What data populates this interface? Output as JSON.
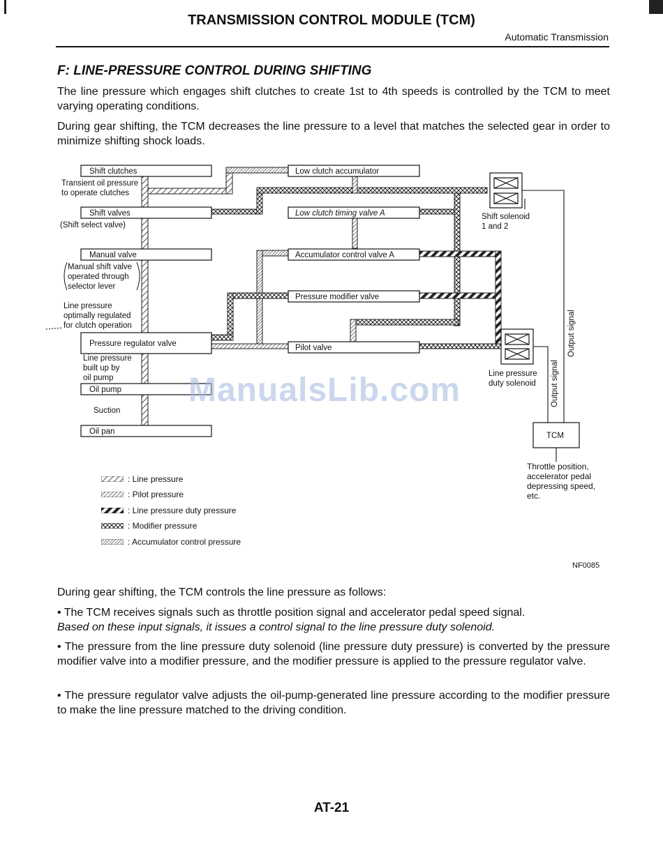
{
  "header": {
    "title": "TRANSMISSION CONTROL MODULE (TCM)",
    "subtitle": "Automatic Transmission"
  },
  "section": {
    "heading": "F: LINE-PRESSURE CONTROL DURING SHIFTING",
    "intro1": "The line pressure which engages shift clutches to create 1st to 4th speeds is controlled by the TCM to meet varying operating conditions.",
    "intro2": "During gear shifting, the TCM decreases the line pressure to a level that matches the selected gear in order to minimize shifting shock loads."
  },
  "diagram": {
    "boxes": {
      "shift_clutches": "Shift clutches",
      "shift_valves": "Shift valves",
      "manual_valve": "Manual valve",
      "pressure_regulator_valve": "Pressure regulator valve",
      "oil_pump": "Oil pump",
      "oil_pan": "Oil pan",
      "low_clutch_accumulator": "Low clutch accumulator",
      "low_clutch_timing_valve": "Low clutch timing valve A",
      "accumulator_control_valve": "Accumulator control valve A",
      "pressure_modifier_valve": "Pressure modifier valve",
      "pilot_valve": "Pilot valve",
      "tcm": "TCM"
    },
    "labels": {
      "transient_1": "Transient oil pressure",
      "transient_2": "to operate clutches",
      "shift_select": "(Shift select valve)",
      "manual_1": "Manual shift valve",
      "manual_2": "operated through",
      "manual_3": "selector lever",
      "lp_opt_1": "Line pressure",
      "lp_opt_2": "optimally regulated",
      "lp_opt_3": "for clutch operation",
      "lp_built_1": "Line pressure",
      "lp_built_2": "built up by",
      "lp_built_3": "oil pump",
      "suction": "Suction",
      "shift_solenoid_1": "Shift solenoid",
      "shift_solenoid_2": "1 and 2",
      "lp_duty_1": "Line pressure",
      "lp_duty_2": "duty solenoid",
      "output_signal": "Output signal"
    },
    "tcm_inputs": [
      "Throttle position,",
      "accelerator pedal",
      "depressing speed,",
      "etc."
    ],
    "legend": [
      {
        "pattern": "line",
        "label": ": Line pressure"
      },
      {
        "pattern": "pilot",
        "label": ": Pilot pressure"
      },
      {
        "pattern": "duty",
        "label": ": Line pressure duty pressure"
      },
      {
        "pattern": "modifier",
        "label": ": Modifier pressure"
      },
      {
        "pattern": "accumulator",
        "label": ": Accumulator control pressure"
      }
    ],
    "figure_id": "NF0085"
  },
  "body": {
    "lead": "During gear shifting, the TCM controls the line pressure as follows:",
    "bullet1_a": "• The TCM receives signals such as throttle position signal and accelerator pedal speed signal.",
    "bullet1_b": "Based on these input signals, it issues a control signal to the line pressure duty solenoid.",
    "bullet2": "• The pressure from the line pressure duty solenoid (line pressure duty pressure) is converted by the pressure modifier valve into a modifier pressure, and the modifier pressure is applied to the pressure regulator valve.",
    "bullet3": "• The pressure regulator valve adjusts the oil-pump-generated line pressure according to the modifier pressure to make the line pressure matched to the driving condition."
  },
  "watermark": "ManualsLib.com",
  "footer": {
    "page_number": "AT-21"
  }
}
